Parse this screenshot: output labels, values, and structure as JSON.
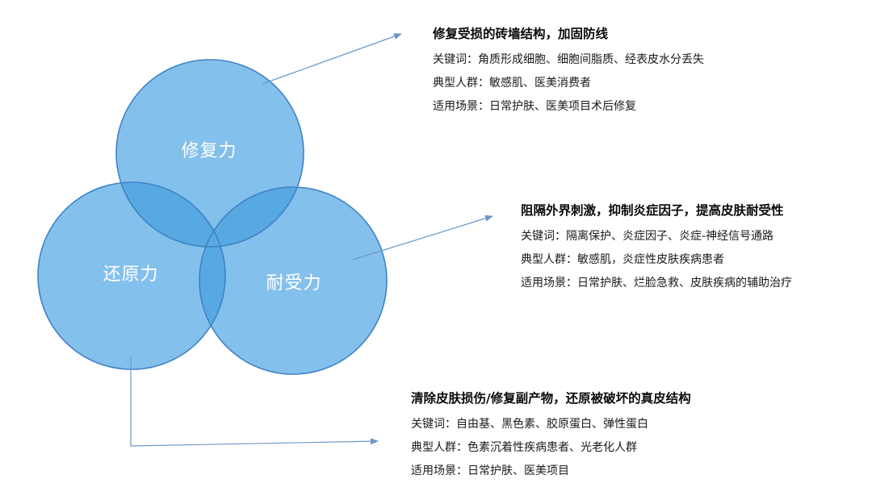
{
  "colors": {
    "circle_fill": "#84C0EC",
    "overlap_fill": "#58A8E2",
    "circle_stroke": "#3F83C5",
    "arrow": "#6A98C8"
  },
  "circles": {
    "top": {
      "label": "修复力"
    },
    "left": {
      "label": "还原力"
    },
    "right": {
      "label": "耐受力"
    }
  },
  "blocks": {
    "repair": {
      "title": "修复受损的砖墙结构，加固防线",
      "keywords_label": "关键词：",
      "keywords": "角质形成细胞、细胞间脂质、经表皮水分丢失",
      "audience_label": "典型人群：",
      "audience": "敏感肌、医美消费者",
      "scenario_label": "适用场景：",
      "scenario": "日常护肤、医美项目术后修复"
    },
    "tolerance": {
      "title": "阻隔外界刺激，抑制炎症因子，提高皮肤耐受性",
      "keywords_label": "关键词：",
      "keywords": "隔离保护、炎症因子、炎症-神经信号通路",
      "audience_label": "典型人群：",
      "audience": "敏感肌，炎症性皮肤疾病患者",
      "scenario_label": "适用场景：",
      "scenario": "日常护肤、烂脸急救、皮肤疾病的辅助治疗"
    },
    "restore": {
      "title": "清除皮肤损伤/修复副产物，还原被破坏的真皮结构",
      "keywords_label": "关键词：",
      "keywords": "自由基、黑色素、胶原蛋白、弹性蛋白",
      "audience_label": "典型人群：",
      "audience": "色素沉着性疾病患者、光老化人群",
      "scenario_label": "适用场景：",
      "scenario": "日常护肤、医美项目"
    }
  }
}
